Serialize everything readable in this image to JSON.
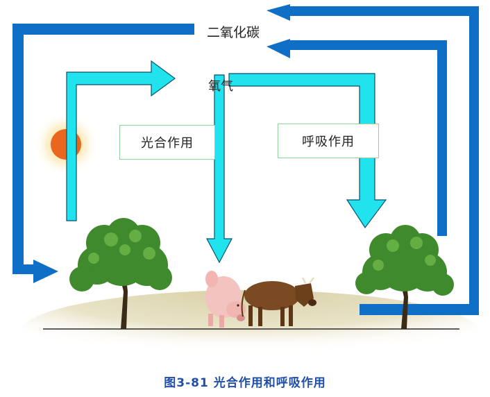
{
  "labels": {
    "carbon_dioxide": "二氧化碳",
    "oxygen": "氧气",
    "photosynthesis": "光合作用",
    "respiration": "呼吸作用"
  },
  "caption": "图3-81   光合作用和呼吸作用",
  "colors": {
    "co2_arrow": "#0f6fc6",
    "o2_arrow": "#20e3ee",
    "arrow_outline": "#0b4f6c",
    "box_border": "#8fcf9a",
    "caption": "#1f4fa8",
    "sun": "#e8661e",
    "ground": "#d9d0a6"
  },
  "icons": [
    "sun-icon",
    "tree-icon",
    "pig-icon",
    "cow-icon"
  ]
}
